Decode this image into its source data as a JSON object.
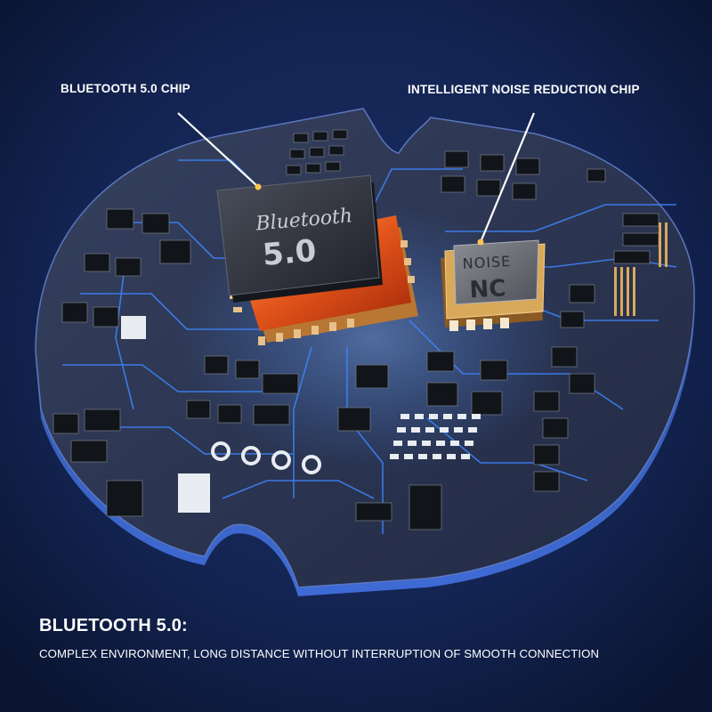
{
  "callouts": {
    "bluetooth_chip": "BLUETOOTH 5.0 CHIP",
    "noise_chip": "INTELLIGENT NOISE REDUCTION CHIP"
  },
  "chips": {
    "bluetooth_line1": "Bluetooth",
    "bluetooth_line2": "5.0",
    "noise_line1": "NOISE",
    "noise_line2": "NC"
  },
  "feature": {
    "headline": "BLUETOOTH 5.0:",
    "caption": "COMPLEX ENVIRONMENT, LONG DISTANCE WITHOUT INTERRUPTION OF SMOOTH CONNECTION"
  },
  "colors": {
    "background": "#0e1a3c",
    "board": "#2b3552",
    "trace": "#3d86ff",
    "chip_glow": "#ff7a2a",
    "gold": "#d9a95a"
  }
}
